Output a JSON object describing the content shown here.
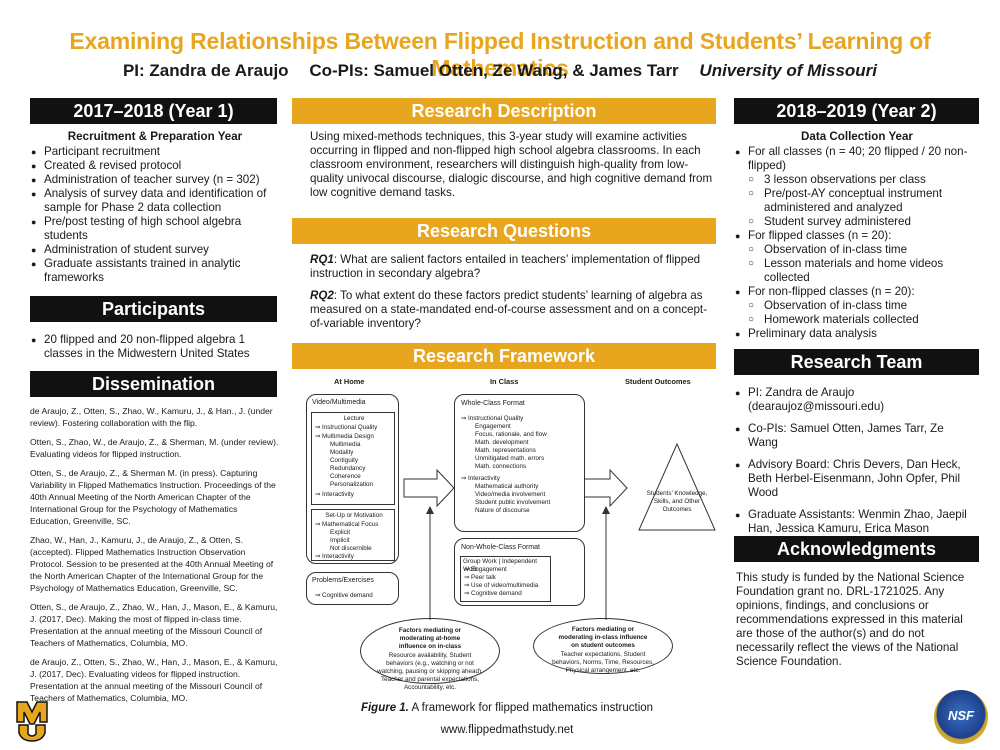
{
  "title": "Examining Relationships Between Flipped Instruction and Students’ Learning of Mathematics",
  "authors": {
    "pi": "PI: Zandra de Araujo",
    "copis": "Co-PIs: Samuel Otten, Ze Wang, & James Tarr",
    "university": "University of Missouri"
  },
  "year1": {
    "header": "2017–2018 (Year 1)",
    "subtitle": "Recruitment & Preparation Year",
    "items": [
      "Participant recruitment",
      "Created & revised protocol",
      "Administration of teacher survey (n = 302)",
      "Analysis of survey data and identification of sample for Phase 2 data collection",
      "Pre/post testing of high school algebra students",
      "Administration of student survey",
      "Graduate assistants trained in analytic frameworks"
    ]
  },
  "participants": {
    "header": "Participants",
    "items": [
      "20 flipped and 20 non-flipped algebra 1 classes in the Midwestern United States"
    ]
  },
  "dissemination": {
    "header": "Dissemination",
    "refs": [
      "de Araujo, Z., Otten, S., Zhao, W., Kamuru, J., & Han., J. (under review). Fostering collaboration with the flip.",
      "Otten, S., Zhao, W., de Araujo, Z., & Sherman, M. (under review). Evaluating videos for flipped instruction.",
      "Otten, S., de Araujo, Z., & Sherman M. (in press). Capturing Variability in Flipped Mathematics Instruction. Proceedings of the 40th Annual Meeting of the North American Chapter of the International Group for the Psychology of Mathematics Education, Greenville, SC.",
      "Zhao, W., Han, J., Kamuru, J., de Araujo, Z., & Otten, S. (accepted). Flipped Mathematics Instruction Observation Protocol. Session to be presented at the 40th Annual Meeting of the North American Chapter of the International Group for the Psychology of Mathematics Education, Greenville, SC.",
      "Otten, S., de Araujo, Z., Zhao, W., Han, J., Mason, E., & Kamuru, J. (2017, Dec). Making the most of flipped in-class time. Presentation at the annual meeting of the Missouri Council of Teachers of Mathematics, Columbia, MO.",
      "de Araujo, Z., Otten, S., Zhao, W., Han, J., Mason, E., & Kamuru, J. (2017, Dec). Evaluating videos for flipped instruction. Presentation at the annual meeting of the Missouri Council of Teachers of Mathematics, Columbia, MO."
    ]
  },
  "description": {
    "header": "Research Description",
    "text": "Using mixed-methods techniques, this 3-year study will examine activities occurring in flipped and non-flipped high school algebra classrooms. In each classroom environment, researchers will distinguish high-quality from low-quality univocal discourse, dialogic discourse, and high cognitive demand from low cognitive demand tasks."
  },
  "questions": {
    "header": "Research Questions",
    "rq1_label": "RQ1",
    "rq1": ": What are salient factors entailed in teachers’ implementation of flipped instruction in secondary algebra?",
    "rq2_label": "RQ2",
    "rq2": ": To what extent do these factors predict students’ learning of algebra as measured on a state-mandated end-of-course assessment and on a concept-of-variable inventory?"
  },
  "framework": {
    "header": "Research Framework",
    "col_home": "At Home",
    "col_class": "In Class",
    "col_outcomes": "Student Outcomes",
    "video_title": "Video/Multimedia",
    "lecture_title": "Lecture",
    "lecture_items": [
      "⇒ Instructional Quality",
      "⇒ Multimedia Design",
      "Multimedia",
      "Modality",
      "Contiguity",
      "Redundancy",
      "Coherence",
      "Personalization",
      "⇒ Interactivity"
    ],
    "setup_title": "Set-Up or Motivation",
    "setup_items": [
      "⇒ Mathematical Focus",
      "Explicit",
      "Implicit",
      "Not discernible",
      "⇒ Interactivity"
    ],
    "problems_title": "Problems/Exercises",
    "problems_items": [
      "⇒  Cognitive demand"
    ],
    "whole_title": "Whole-Class Format",
    "whole_items": [
      "⇒ Instructional Quality",
      "Engagement",
      "Focus, rationale, and flow",
      "Math. development",
      "Math. representations",
      "Unmitigated math. errors",
      "Math. connections",
      "⇒ Interactivity",
      "Mathematical authority",
      "Video/media involvement",
      "Student public involvement",
      "Nature of discourse"
    ],
    "nonwhole_title": "Non-Whole-Class Format",
    "nonwhole_items": [
      "Group Work | Independent Work",
      "⇒  Engagement",
      "⇒  Peer talk",
      "⇒  Use of video/multimedia",
      "⇒  Cognitive demand"
    ],
    "outcomes": "Students’ Knowledge, Skills, and Other Outcomes",
    "home_factors_title": "Factors mediating or moderating at-home influence on in-class",
    "home_factors_text": "Resource availability, Student behaviors (e.g., watching or not watching, pausing or skipping ahead), Teacher and parental expectations, Accountability, etc.",
    "class_factors_title": "Factors mediating or moderating in-class influence on student outcomes",
    "class_factors_text": "Teacher expectations, Student behaviors, Norms, Time, Resources, Physical arrangement, etc."
  },
  "figure": {
    "label": "Figure 1.",
    "caption": " A framework for flipped mathematics instruction"
  },
  "website": "www.flippedmathstudy.net",
  "year2": {
    "header": "2018–2019 (Year 2)",
    "subtitle": "Data Collection Year",
    "all": "For all classes (n = 40; 20 flipped / 20 non-flipped)",
    "all_sub": [
      "3 lesson observations per class",
      "Pre/post-AY conceptual instrument administered and analyzed",
      "Student survey administered"
    ],
    "flipped": "For flipped classes (n = 20):",
    "flipped_sub": [
      "Observation of in-class time",
      "Lesson materials and home videos collected"
    ],
    "nonflipped": "For non-flipped classes (n = 20):",
    "nonflipped_sub": [
      "Observation of in-class time",
      "Homework materials collected"
    ],
    "prelim": "Preliminary data analysis"
  },
  "team": {
    "header": "Research Team",
    "items": [
      "PI: Zandra de Araujo (dearaujoz@missouri.edu)",
      "Co-PIs: Samuel Otten, James Tarr, Ze Wang",
      "Advisory Board: Chris Devers, Dan Heck, Beth Herbel-Eisenmann, John Opfer, Phil Wood",
      "Graduate Assistants: Wenmin Zhao, Jaepil Han, Jessica Kamuru, Erica Mason"
    ]
  },
  "acknowledgments": {
    "header": "Acknowledgments",
    "text": "This study is funded by the National Science Foundation grant no. DRL-1721025. Any opinions, findings, and conclusions or recommendations expressed in this material are those of the author(s) and do not necessarily reflect the views of the National Science Foundation."
  },
  "logos": {
    "left": "MU",
    "right": "NSF"
  },
  "colors": {
    "gold": "#e8a51e",
    "dark": "#111111"
  }
}
